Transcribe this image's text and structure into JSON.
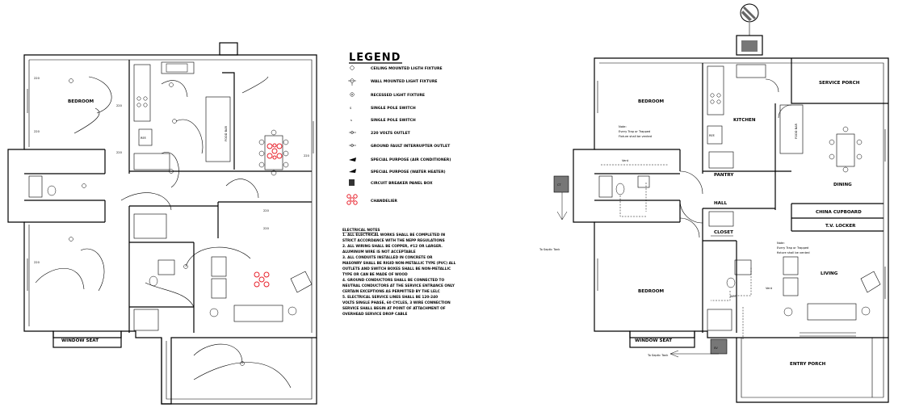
{
  "left_plan": {
    "rooms": {
      "bedroom_top": "BEDROOM",
      "window_seat": "WINDOW SEAT",
      "ref": "REF.",
      "food_bar": "FOOD BAR"
    },
    "outlet_labels": {
      "o1": "220",
      "o2": "220",
      "o3": "220",
      "o4": "220",
      "o5": "220",
      "o6": "220",
      "o7": "220",
      "o8": "220"
    }
  },
  "legend": {
    "title": "LEGEND",
    "items": [
      "CEILING MOUNTED LIGTH FIXTURE",
      "WALL MOUNTED LIGHT FIXTURE",
      "RECESSED LIGHT FIXTURE",
      "SINGLE POLE SWITCH",
      "SINGLE POLE SWITCH",
      "220 VOLTS OUTLET",
      "GROUND FAULT INTERRUPTER OUTLET",
      "SPECIAL PURPOSE (AIR CONDITIONER)",
      "SPECIAL PURPOSE (WATER HEATER)",
      "CIRCUIT BREAKER PANEL BOX",
      "CHANDELIER"
    ],
    "notes_title": "ELECTRICAL NOTES",
    "notes": [
      "1.     ALL ELECTRICAL WORKS SHALL BE COMPLETED IN",
      "STRICT ACCORDANCE WITH THE NEPP REGULATIONS",
      "2.     ALL WIRING SHALL BE COPPER, #12 OR LARGER.",
      "ALUMINUM WIRE IS NOT ACCEPTABLE",
      "3.     ALL CONDUITS INSTALLED IN CONCRETE OR",
      "MASONRY SHALL BE RIGID NON-METALLIC TYPE (PVC) ALL",
      "OUTLETS AND SWITCH BOXES SHALL BE NON-METALLIC",
      "TYPE OR CAN BE MADE OF WOOD",
      "4.     GROUND CONDUCTORS SHALL BE CONNECTED TO",
      "NEUTRAL CONDUCTORS AT THE SERVICE ENTRANCE ONLY",
      "CERTAIN EXCEPTIONS AS PERMITTED BY THE LELC",
      "5.     ELECTRICAL SERVICE LINES SHALL BE 120-240",
      "VOLTS SINGLE PHASE, 60 CYCLES, 3 WIRE CONNECTION",
      "SERVICE SHALL BEGIN AT POINT OF ATTACHMENT OF",
      "OVERHEAD SERVICE DROP CABLE"
    ]
  },
  "right_plan": {
    "rooms": {
      "bedroom_top": "BEDROOM",
      "kitchen": "KITCHEN",
      "service_porch": "SERVICE PORCH",
      "dining": "DINING",
      "pantry": "PANTRY",
      "hall": "HALL",
      "closet": "CLOSET",
      "bedroom_bottom": "BEDROOM",
      "living": "LIVING",
      "china_cupboard": "CHINA CUPBOARD",
      "tv_locker": "T.V. LOCKER",
      "window_seat": "WINDOW SEAT",
      "entry_porch": "ENTRY PORCH",
      "ref": "REF.",
      "food_bar": "FOOD BAR"
    },
    "note_top": [
      "Note:",
      "Every Trap or Trapped",
      "Fixture shall be vented"
    ],
    "note_bottom": [
      "Note:",
      "Every Trap or Trapped",
      "fixture shall be vented"
    ],
    "vent_top": "Vent",
    "vent_bottom": "Vent",
    "to_septic_left": "To Septic Tank",
    "to_septic_bottom": "To Septic Tank",
    "ct_label": "CT",
    "wm_label": "WM",
    "sv_label": "SV"
  }
}
